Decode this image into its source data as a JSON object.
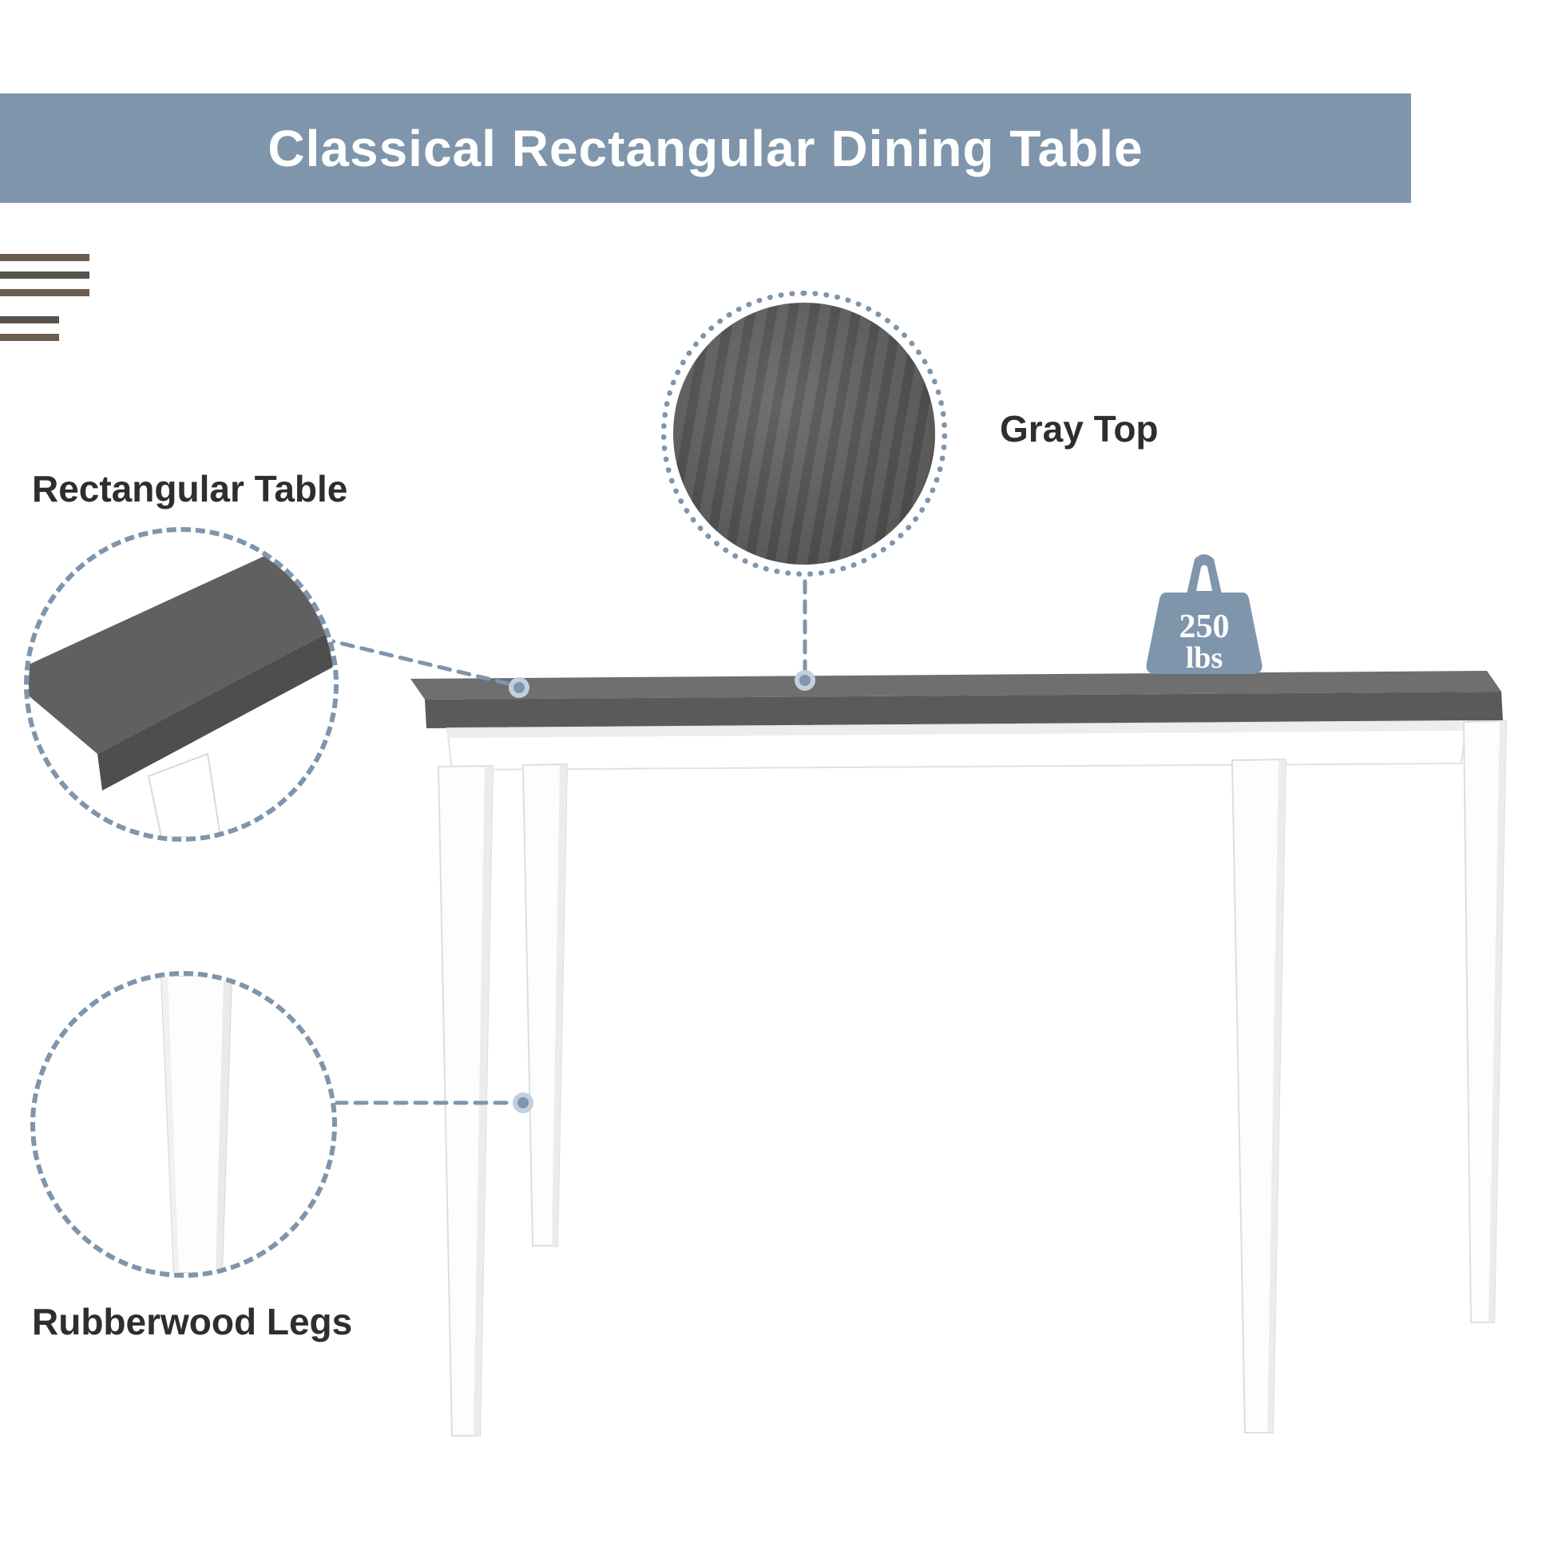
{
  "banner": {
    "title": "Classical Rectangular Dining Table"
  },
  "callouts": {
    "gray_top": {
      "label": "Gray Top"
    },
    "rectangular_table": {
      "label": "Rectangular Table"
    },
    "rubberwood_legs": {
      "label": "Rubberwood Legs"
    }
  },
  "weight_badge": {
    "value": "250",
    "unit": "lbs",
    "icon": "weight-icon"
  },
  "colors": {
    "accent": "#7E95AC",
    "banner_bg": "#7E95AC",
    "tabletop_gray": "#5E5E5E",
    "leg_white": "#FDFDFD",
    "label_text": "#2E2E2E",
    "decor_line_brown": "#6B5D50",
    "decor_line_gray": "#57524B"
  }
}
